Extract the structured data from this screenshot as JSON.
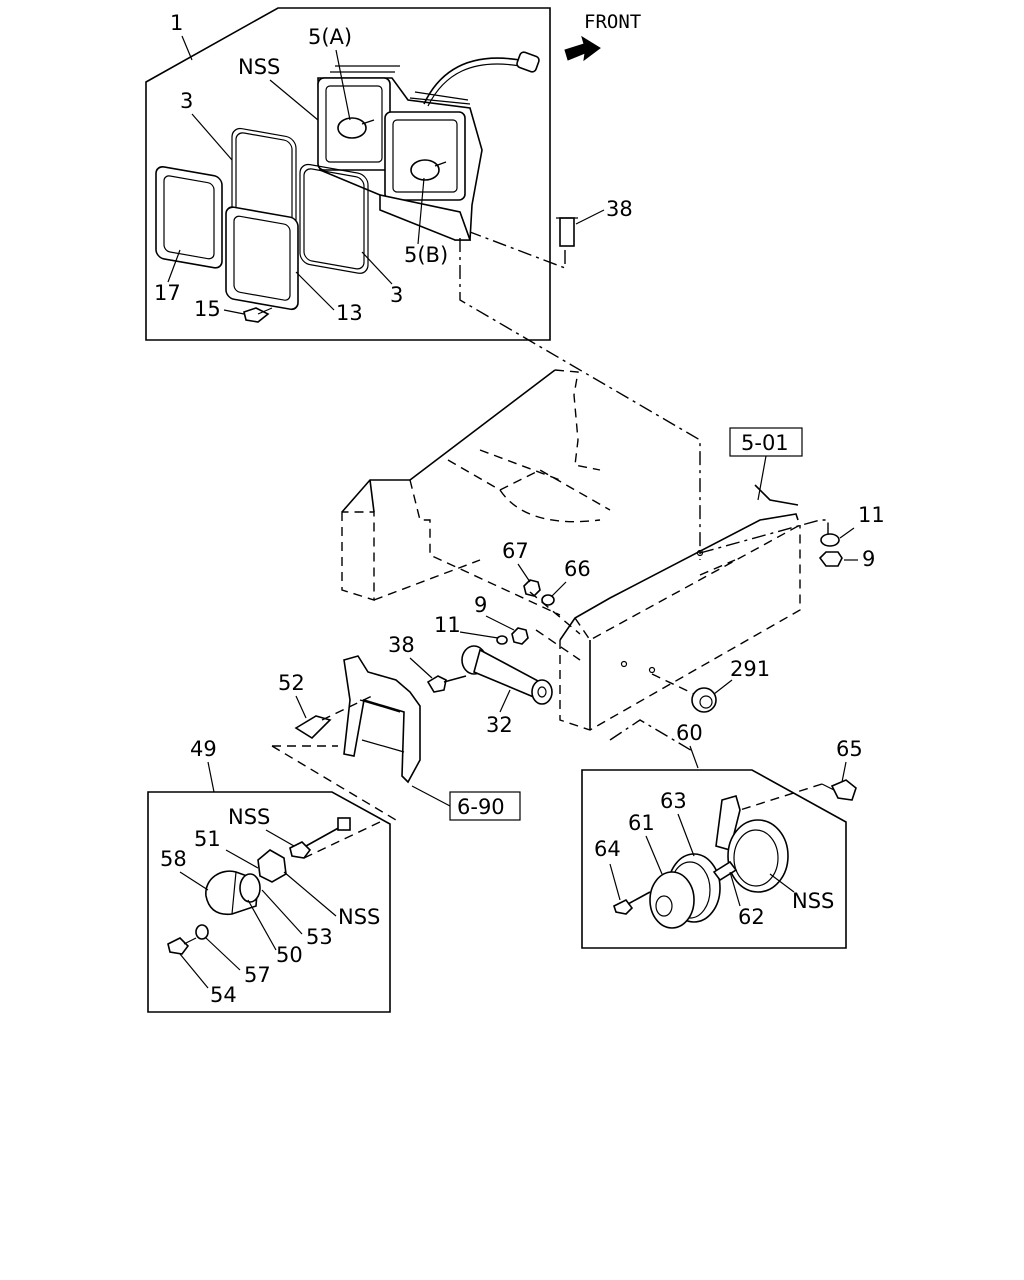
{
  "front_label": "FRONT",
  "callouts": {
    "c1": "1",
    "c5a": "5(A)",
    "c_nss_top": "NSS",
    "c3_top": "3",
    "c38_top": "38",
    "c5b": "5(B)",
    "c17": "17",
    "c15": "15",
    "c13": "13",
    "c3_bottom": "3",
    "ref_501": "5-01",
    "c11_right": "11",
    "c9_right": "9",
    "c67": "67",
    "c66": "66",
    "c9_mid": "9",
    "c11_mid": "11",
    "c38_mid": "38",
    "c291": "291",
    "c52": "52",
    "c32": "32",
    "c60": "60",
    "c65": "65",
    "c49": "49",
    "ref_690": "6-90",
    "c_nss_left": "NSS",
    "c51": "51",
    "c58": "58",
    "c_nss_left2": "NSS",
    "c53": "53",
    "c50": "50",
    "c57": "57",
    "c54": "54",
    "c63": "63",
    "c61": "61",
    "c64": "64",
    "c62": "62",
    "c_nss_right": "NSS"
  },
  "icons": {
    "front_arrow": "arrow-icon"
  }
}
